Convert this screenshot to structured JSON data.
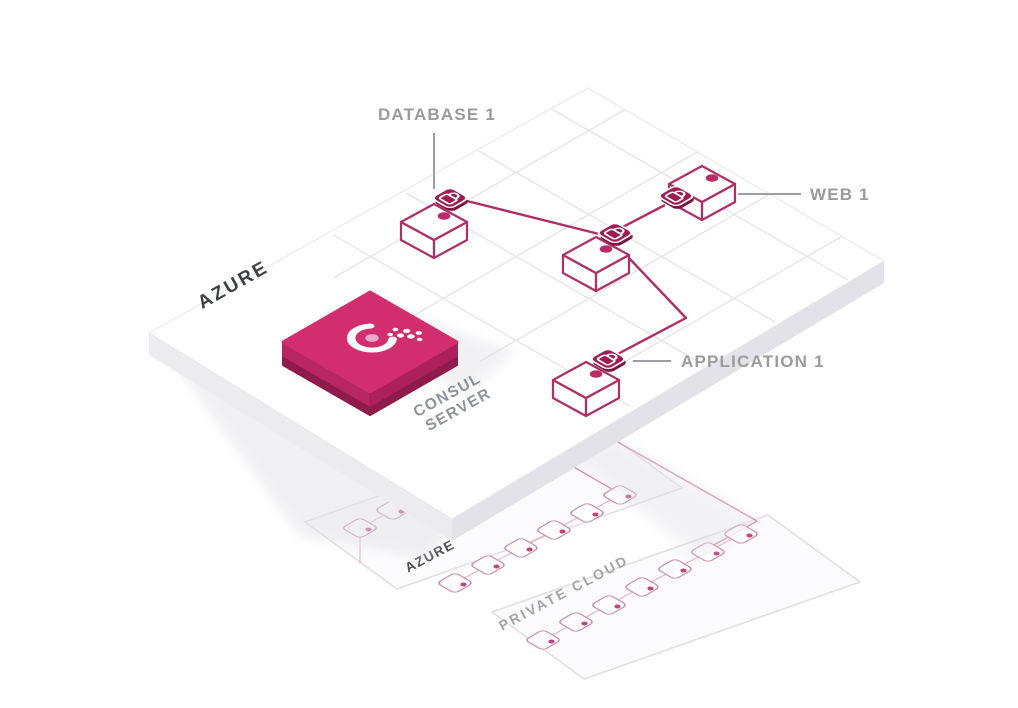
{
  "platform": {
    "label": "AZURE"
  },
  "consul": {
    "line1": "CONSUL",
    "line2": "SERVER"
  },
  "nodes": [
    {
      "label": "DATABASE 1"
    },
    {
      "label": "WEB 1"
    },
    {
      "label": "APPLICATION 1"
    }
  ],
  "lower": {
    "azure": "AZURE",
    "private": "PRIVATE CLOUD"
  },
  "icons": [
    "lock-icon",
    "consul-logo"
  ],
  "colors": {
    "cube_top": "#d22e6e",
    "cube_side": "#b82760",
    "cube_side_dark": "#ab2158",
    "cube_rim": "#8f1b4b",
    "logo_center_dot": "#eaa8c6",
    "outline_magenta": "#ad2f66",
    "dot_magenta": "#bb2c67",
    "badge_fill": "#9c1d53",
    "badge_dark": "#7c1643",
    "label_gray": "#9b9b9b",
    "leader_gray": "#9e9ea4",
    "dark_label": "#3d4046",
    "consul_gray": "#8d929b",
    "lower_azure": "#4b4b51",
    "private_gray": "#a4a4ac",
    "grid": "#e4e4e9",
    "platform_edge": "#e6e6eb",
    "platform_side_left": "#ebebf0",
    "platform_side_right": "#e2e2e8",
    "panel_border": "#e0e0e6",
    "lower_outline": "#cb93ae",
    "lower_dot": "#c2427c",
    "lower_line": "#c98cab",
    "lower_link": "#b94878"
  }
}
